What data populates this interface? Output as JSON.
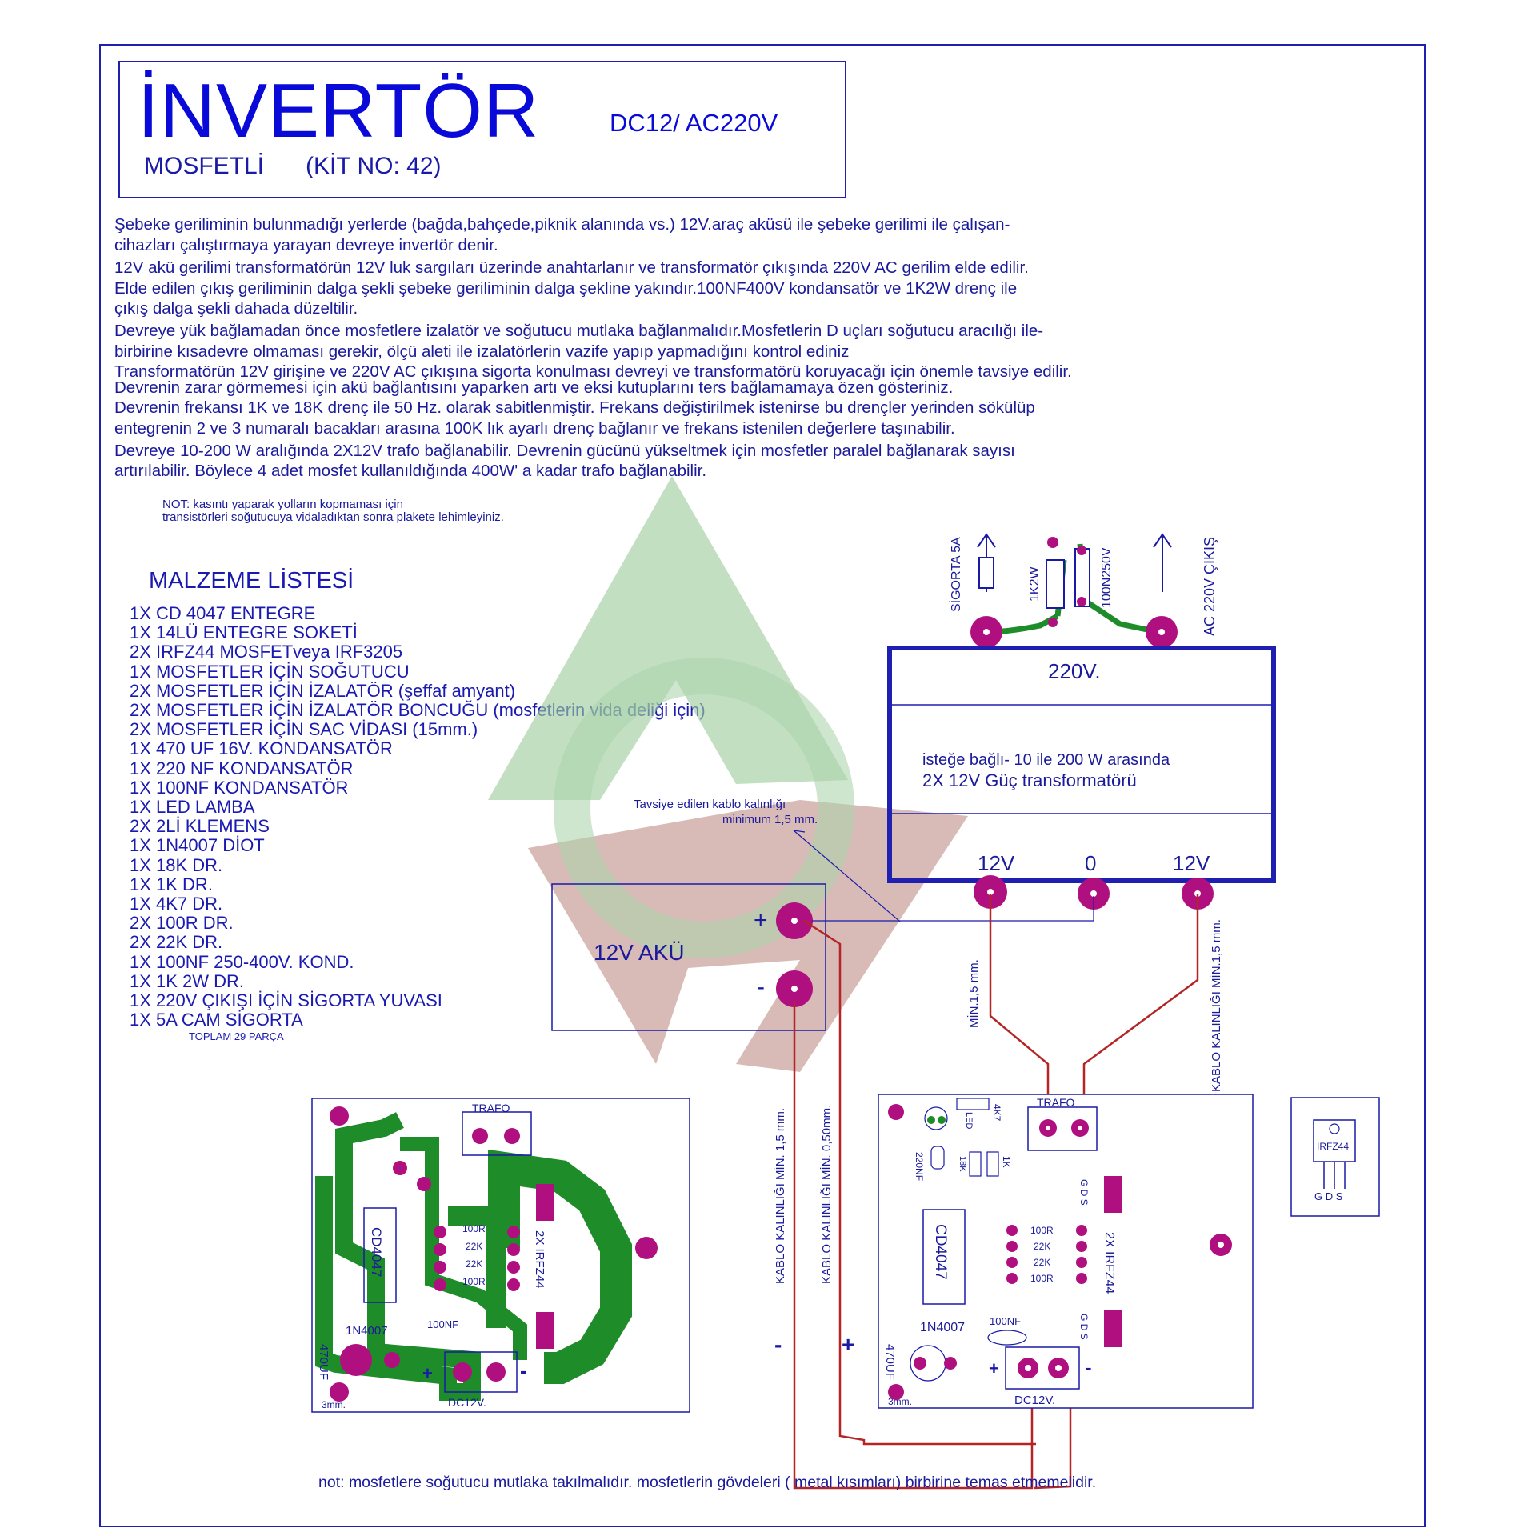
{
  "header": {
    "title": "İNVERTÖR",
    "subtitle": "DC12/ AC220V",
    "line2_a": "MOSFETLİ",
    "line2_b": "(KİT NO: 42)"
  },
  "description": [
    "Şebeke geriliminin bulunmadığı yerlerde (bağda,bahçede,piknik alanında vs.) 12V.araç aküsü ile şebeke gerilimi ile çalışan-",
    "cihazları çalıştırmaya yarayan devreye invertör denir.",
    "12V akü gerilimi transformatörün 12V luk sargıları üzerinde anahtarlanır ve transformatör çıkışında 220V AC gerilim elde edilir.",
    "Elde edilen çıkış geriliminin dalga şekli şebeke geriliminin dalga şekline yakındır.100NF400V kondansatör ve 1K2W drenç ile",
    "çıkış dalga şekli dahada düzeltilir.",
    "Devreye yük bağlamadan önce mosfetlere izalatör ve soğutucu mutlaka bağlanmalıdır.Mosfetlerin D uçları soğutucu aracılığı ile-",
    "birbirine kısadevre olmaması gerekir, ölçü aleti ile izalatörlerin vazife yapıp yapmadığını kontrol ediniz",
    "Transformatörün 12V girişine ve 220V AC çıkışına sigorta konulması devreyi ve transformatörü koruyacağı için önemle tavsiye edilir.",
    "Devrenin zarar görmemesi için akü bağlantısını yaparken artı ve eksi kutuplarını ters bağlamamaya özen gösteriniz.",
    "Devrenin frekansı 1K ve 18K drenç ile 50 Hz. olarak sabitlenmiştir. Frekans değiştirilmek istenirse bu drençler yerinden sökülüp",
    "entegrenin 2 ve 3 numaralı bacakları arasına 100K lık ayarlı drenç bağlanır ve frekans istenilen değerlere taşınabilir.",
    "Devreye 10-200 W aralığında 2X12V trafo bağlanabilir. Devrenin gücünü yükseltmek için mosfetler paralel bağlanarak sayısı",
    "artırılabilir. Böylece 4 adet mosfet kullanıldığında 400W' a kadar trafo bağlanabilir."
  ],
  "note": {
    "line1": "NOT: kasıntı yaparak yolların kopmaması için",
    "line2": "transistörleri soğutucuya vidaladıktan sonra plakete lehimleyiniz."
  },
  "parts": {
    "title": "MALZEME LİSTESİ",
    "items": [
      "1X CD 4047 ENTEGRE",
      "1X 14LÜ ENTEGRE SOKETİ",
      "2X IRFZ44 MOSFETveya IRF3205",
      "1X MOSFETLER İÇİN SOĞUTUCU",
      "2X MOSFETLER İÇİN İZALATÖR (şeffaf amyant)",
      "2X MOSFETLER İÇİN İZALATÖR BONCUĞU (mosfetlerin vida deliği için)",
      "2X MOSFETLER İÇİN SAC VİDASI (15mm.)",
      "1X 470 UF 16V. KONDANSATÖR",
      "1X 220 NF KONDANSATÖR",
      "1X 100NF KONDANSATÖR",
      "1X LED LAMBA",
      "2X 2Lİ KLEMENS",
      "1X 1N4007 DİOT",
      "1X 18K DR.",
      "1X 1K DR.",
      "1X 4K7 DR.",
      "2X 100R DR.",
      "2X 22K DR.",
      "1X 100NF 250-400V. KOND.",
      "1X 1K 2W DR.",
      "1X 220V ÇIKIŞI İÇİN SİGORTA YUVASI",
      "1X 5A CAM SİGORTA"
    ],
    "total": "TOPLAM 29 PARÇA"
  },
  "transformer": {
    "top_label": "220V.",
    "desc1": "isteğe bağlı- 10 ile 200 W arasında",
    "desc2": "2X 12V Güç transformatörü",
    "tap_left": "12V",
    "tap_mid": "0",
    "tap_right": "12V"
  },
  "output": {
    "fuse": "SİGORTA 5A",
    "res": "1K2W",
    "cap": "100N250V",
    "ac_out": "AC 220V ÇIKIŞ"
  },
  "battery": {
    "label": "12V AKÜ",
    "plus": "+",
    "minus": "-",
    "cable_note1": "Tavsiye edilen kablo kalınlığı",
    "cable_note2": "minimum 1,5 mm."
  },
  "wires": {
    "min_left": "MİN.1,5 mm.",
    "min_right": "KABLO KALINLIĞI MİN.1,5 mm.",
    "cable_a": "KABLO KALINLIĞI MİN. 1,5 mm.",
    "cable_b": "KABLO KALINLIĞI MİN. 0,50mm.",
    "minus": "-",
    "plus": "+"
  },
  "pcb": {
    "trafo": "TRAFO",
    "dc12": "DC12V.",
    "led": "LED",
    "r4k7": "4K7",
    "c220": "220NF",
    "r18k": "18K",
    "r1k": "1K",
    "ic": "CD4047",
    "r100a": "100R",
    "r22a": "22K",
    "r22b": "22K",
    "r100b": "100R",
    "mos": "2X IRFZ44",
    "gds": "G D S",
    "diode": "1N4007",
    "c100": "100NF",
    "c470": "470UF",
    "hole": "3mm.",
    "plus": "+",
    "minus": "-"
  },
  "mosfet": {
    "label": "IRFZ44",
    "pins": "G D S"
  },
  "footer": "not: mosfetlere soğutucu mutlaka takılmalıdır. mosfetlerin gövdeleri ( metal kısımları) birbirine temas etmemelidir.",
  "colors": {
    "ink": "#1a1aa8",
    "pad": "#b0107f",
    "trace": "#1f8c2a",
    "wire": "#b42525",
    "watermark_green": "#9fcc9f",
    "watermark_red": "#bd8a84"
  }
}
